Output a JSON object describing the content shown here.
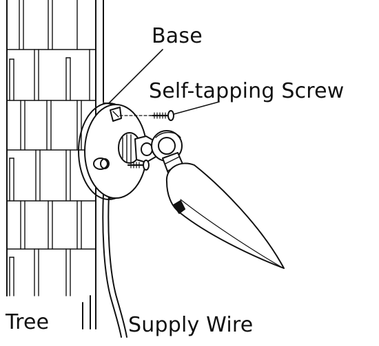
{
  "labels": {
    "base": "Base",
    "screw": "Self-tapping Screw",
    "tree": "Tree",
    "supply_wire": "Supply Wire"
  },
  "colors": {
    "line": "#111111",
    "background": "#ffffff",
    "label_text": "#111111"
  }
}
